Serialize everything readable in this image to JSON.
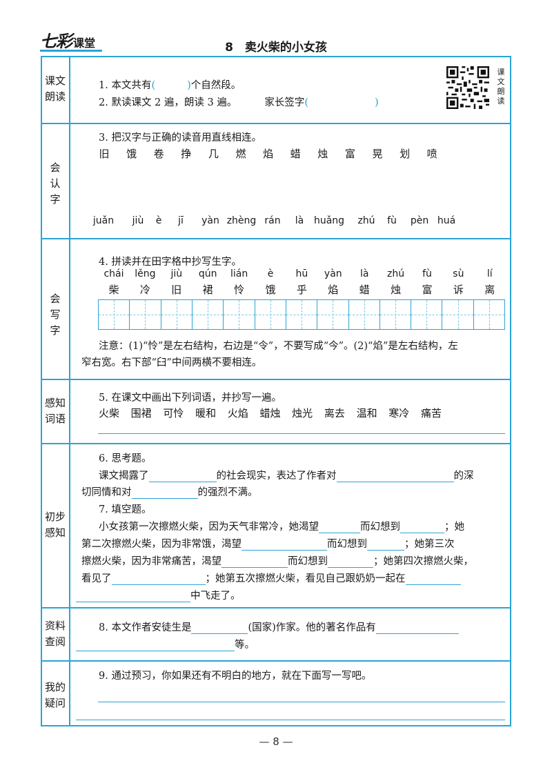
{
  "header": {
    "brand_script": "七彩",
    "brand_text": "课堂",
    "title": "8　卖火柴的小女孩"
  },
  "sections": {
    "kewen": {
      "label_1": "课文",
      "label_2": "朗读"
    },
    "huirenzi": {
      "label_1": "会",
      "label_2": "认",
      "label_3": "字"
    },
    "huixiezi": {
      "label_1": "会",
      "label_2": "写",
      "label_3": "字"
    },
    "ganzhi": {
      "label_1": "感知",
      "label_2": "词语"
    },
    "chubu": {
      "label_1": "初步",
      "label_2": "感知"
    },
    "ziliao": {
      "label_1": "资料",
      "label_2": "查阅"
    },
    "yiwen": {
      "label_1": "我的",
      "label_2": "疑问"
    }
  },
  "qr": {
    "label_1": "课",
    "label_2": "文",
    "label_3": "朗",
    "label_4": "读",
    "icon": "qr-code-icon"
  },
  "q1": {
    "prefix": "1. 本文共有",
    "open": "(",
    "close": ")",
    "suffix": "个自然段。"
  },
  "q2": {
    "text": "2. 默读课文 2 遍，朗读 3 遍。",
    "sign": "家长签字",
    "open": "(",
    "close": ")"
  },
  "q3": {
    "text": "3. 把汉字与正确的读音用直线相连。",
    "hanzi": [
      "旧",
      "饿",
      "卷",
      "挣",
      "几",
      "燃",
      "焰",
      "蜡",
      "烛",
      "富",
      "晃",
      "划",
      "喷"
    ],
    "pinyin": [
      "juǎn",
      "jiù",
      "è",
      "jī",
      "yàn",
      "zhèng",
      "rán",
      "là",
      "huǎng",
      "zhú",
      "fù",
      "pèn",
      "huá"
    ]
  },
  "q4": {
    "text": "4. 拼读并在田字格中抄写生字。",
    "pinyin": [
      "chái",
      "lěng",
      "jiù",
      "qún",
      "lián",
      "è",
      "hū",
      "yàn",
      "là",
      "zhú",
      "fù",
      "sù",
      "lí"
    ],
    "hanzi": [
      "柴",
      "冷",
      "旧",
      "裙",
      "怜",
      "饿",
      "乎",
      "焰",
      "蜡",
      "烛",
      "富",
      "诉",
      "离"
    ],
    "note_line1": "注意：(1)“怜”是左右结构，右边是“令”，不要写成“今”。(2)“焰”是左右结构，左",
    "note_line2": "窄右宽。右下部“臼”中间两横不要相连。"
  },
  "q5": {
    "text": "5. 在课文中画出下列词语，并抄写一遍。",
    "words": [
      "火柴",
      "围裙",
      "可怜",
      "暖和",
      "火焰",
      "蜡烛",
      "烛光",
      "离去",
      "温和",
      "寒冷",
      "痛苦"
    ]
  },
  "q6": {
    "text": "6. 思考题。",
    "line1_a": "课文揭露了",
    "line1_b": "的社会现实，表达了作者对",
    "line1_c": "的深",
    "line2_a": "切同情和对",
    "line2_b": "的强烈不满。"
  },
  "q7": {
    "text": "7. 填空题。",
    "l1_a": "小女孩第一次擦燃火柴，因为天气非常冷，她渴望",
    "l1_b": "而幻想到",
    "l1_c": "；她",
    "l2_a": "第二次擦燃火柴，因为非常饿，渴望",
    "l2_b": "而幻想到",
    "l2_c": "；她第三次",
    "l3_a": "擦燃火柴，因为非常痛苦，渴望",
    "l3_b": "而幻想到",
    "l3_c": "；她第四次擦燃火柴，",
    "l4_a": "看见了",
    "l4_b": "；她第五次擦燃火柴，看见自己跟奶奶一起在",
    "l5_a": "中飞走了。"
  },
  "q8": {
    "l1_a": "8. 本文作者安徒生是",
    "l1_b": "(国家)作家。他的著名作品有",
    "l2_a": "等。"
  },
  "q9": {
    "text": "9. 通过预习，你如果还有不明白的地方，就在下面写一写吧。"
  },
  "footer": {
    "page": "— 8 —"
  },
  "colors": {
    "accent": "#2aa3d4"
  }
}
